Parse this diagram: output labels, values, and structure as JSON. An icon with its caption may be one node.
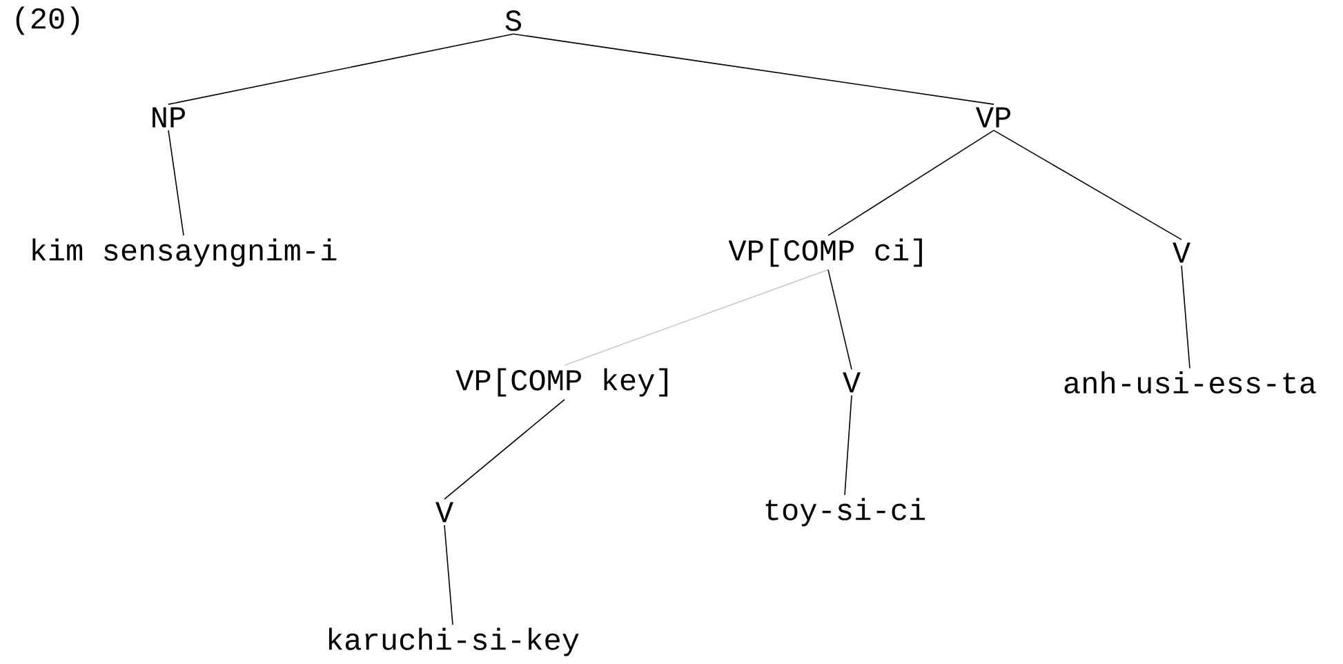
{
  "diagram": {
    "nodes": [
      {
        "text": [
          "S"
        ]
      },
      {
        "text": [
          "NP"
        ]
      },
      {
        "text": [
          "VP"
        ]
      },
      {
        "text": [
          "kim sensayngnim-i"
        ]
      },
      {
        "text": [
          "VP[COMP ci]"
        ]
      },
      {
        "text": [
          "V"
        ]
      },
      {
        "text": [
          "VP[COMP key]"
        ]
      },
      {
        "text": [
          "V"
        ]
      },
      {
        "text": [
          "anh-usi-ess-ta"
        ]
      },
      {
        "text": [
          "V"
        ]
      },
      {
        "text": [
          "toy-si-ci"
        ]
      },
      {
        "text": [
          "karuchi-si-key"
        ]
      }
    ],
    "edges": [
      {
        "from": 0,
        "to": 1,
        "arrow": "none"
      },
      {
        "from": 0,
        "to": 2,
        "arrow": "none"
      },
      {
        "from": 1,
        "to": 3,
        "arrow": "none"
      },
      {
        "from": 2,
        "to": 4,
        "arrow": "none"
      },
      {
        "from": 2,
        "to": 5,
        "arrow": "none"
      },
      {
        "from": 4,
        "to": 6,
        "arrow": "none",
        "color": "#c8c8c8"
      },
      {
        "from": 4,
        "to": 7,
        "arrow": "none"
      },
      {
        "from": 5,
        "to": 8,
        "arrow": "none"
      },
      {
        "from": 6,
        "to": 9,
        "arrow": "none"
      },
      {
        "from": 7,
        "to": 10,
        "arrow": "none"
      },
      {
        "from": 9,
        "to": 11,
        "arrow": "none"
      }
    ],
    "labels": [
      "(20)"
    ]
  }
}
